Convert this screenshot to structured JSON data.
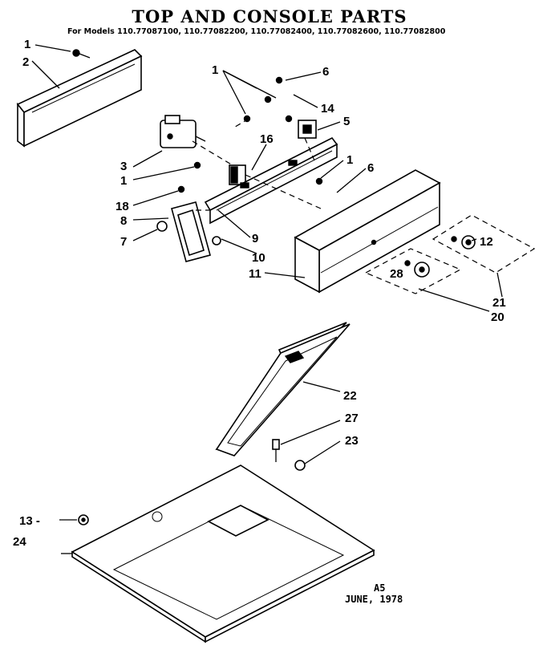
{
  "header": {
    "title": "TOP AND CONSOLE PARTS",
    "models": "For Models  110.77087100, 110.77082200, 110.77082400, 110.77082600, 110.77082800"
  },
  "footer": {
    "code": "A5",
    "date": "JUNE, 1978"
  },
  "callouts": {
    "c1a": "1",
    "c2": "2",
    "c1b": "1",
    "c6a": "6",
    "c14": "14",
    "c5": "5",
    "c16": "16",
    "c3": "3",
    "c1c": "1",
    "c1d": "1",
    "c6b": "6",
    "c18": "18",
    "c8": "8",
    "c7": "7",
    "c9": "9",
    "c10": "10",
    "c11": "11",
    "c12": "12",
    "c28": "28",
    "c21": "21",
    "c20": "20",
    "c22": "22",
    "c27": "27",
    "c23": "23",
    "c13": "13 -",
    "c24": "24"
  }
}
